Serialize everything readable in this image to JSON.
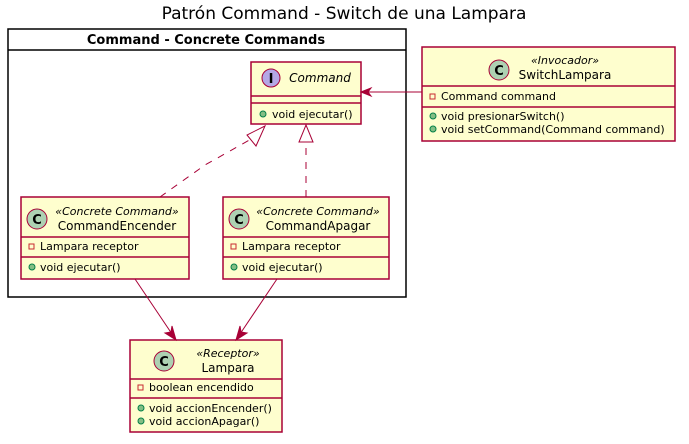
{
  "diagram": {
    "title": "Patrón Command - Switch de una Lampara",
    "package_label": "Command - Concrete Commands",
    "command": {
      "badge": "I",
      "name": "Command",
      "methods": [
        "void ejecutar()"
      ]
    },
    "switch_lampara": {
      "badge": "C",
      "stereotype": "«Invocador»",
      "name": "SwitchLampara",
      "fields": [
        "Command command"
      ],
      "methods": [
        "void presionarSwitch()",
        "void setCommand(Command command)"
      ]
    },
    "command_encender": {
      "badge": "C",
      "stereotype": "«Concrete Command»",
      "name": "CommandEncender",
      "fields": [
        "Lampara receptor"
      ],
      "methods": [
        "void ejecutar()"
      ]
    },
    "command_apagar": {
      "badge": "C",
      "stereotype": "«Concrete Command»",
      "name": "CommandApagar",
      "fields": [
        "Lampara receptor"
      ],
      "methods": [
        "void ejecutar()"
      ]
    },
    "lampara": {
      "badge": "C",
      "stereotype": "«Receptor»",
      "name": "Lampara",
      "fields": [
        "boolean encendido"
      ],
      "methods": [
        "void accionEncender()",
        "void accionApagar()"
      ]
    },
    "colors": {
      "class_fill": "#FEFECE",
      "border": "#A80036",
      "class_badge": "#ADD1B2",
      "interface_badge": "#B4A7E5"
    }
  }
}
